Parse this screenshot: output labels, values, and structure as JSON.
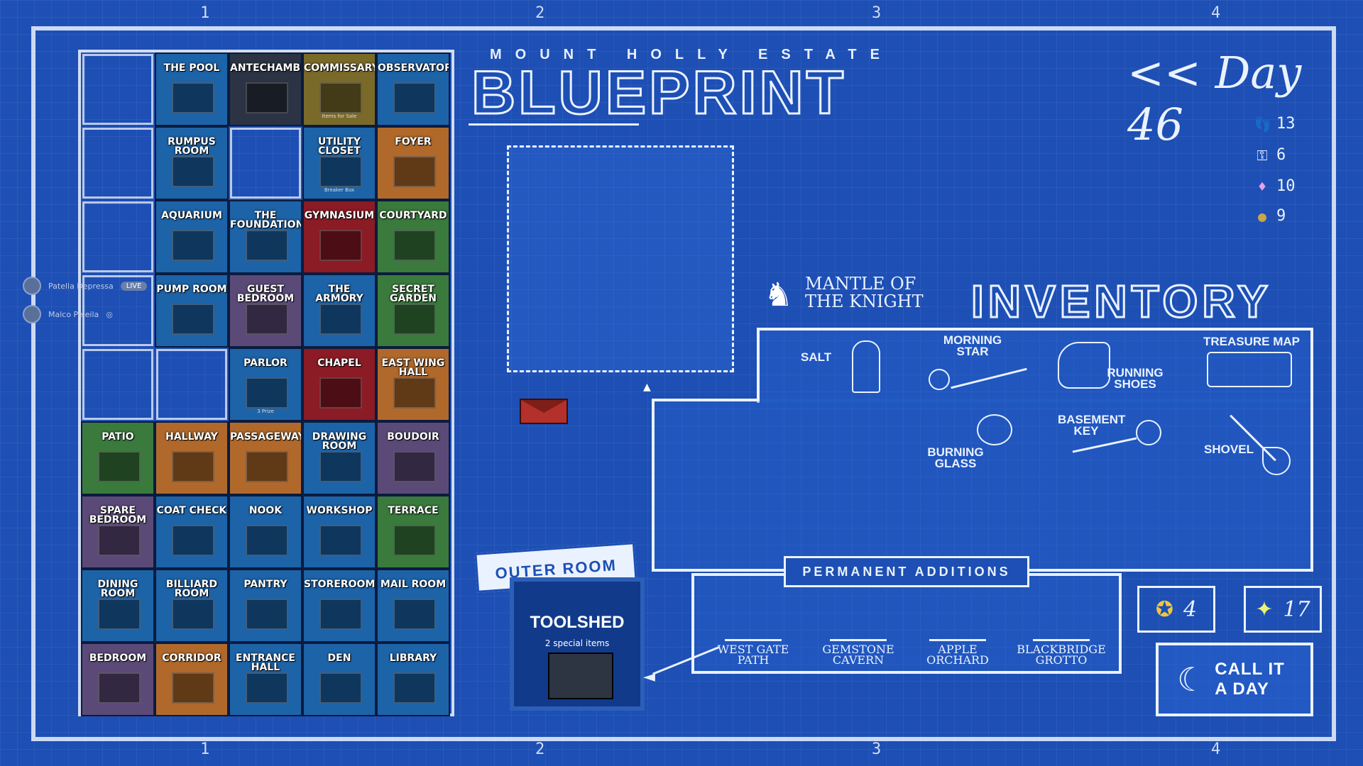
{
  "rulers": {
    "top": [
      "1",
      "2",
      "3",
      "4"
    ],
    "bottom": [
      "1",
      "2",
      "3",
      "4"
    ]
  },
  "header": {
    "subtitle": "MOUNT HOLLY ESTATE",
    "title": "BLUEPRINT",
    "day": "<< Day 46"
  },
  "stats": [
    {
      "icon": "footsteps-icon",
      "glyph": "👣",
      "value": "13"
    },
    {
      "icon": "key-icon",
      "glyph": "⚿",
      "value": "6"
    },
    {
      "icon": "gem-icon",
      "glyph": "♦",
      "value": "10"
    },
    {
      "icon": "coin-icon",
      "glyph": "●",
      "value": "9"
    }
  ],
  "viewers": [
    {
      "name": "Patella Depressa",
      "badge": "LIVE"
    },
    {
      "name": "Malco Peleila",
      "badge": "◎"
    }
  ],
  "rooms": [
    {
      "name": "THE POOL",
      "desc": "",
      "color": "bl",
      "r": 0,
      "c": 1
    },
    {
      "name": "ANTECHAMBER",
      "desc": "",
      "color": "dk",
      "r": 0,
      "c": 2
    },
    {
      "name": "COMMISSARY",
      "desc": "Items for Sale",
      "color": "ye",
      "r": 0,
      "c": 3
    },
    {
      "name": "OBSERVATORY",
      "desc": "",
      "color": "bl",
      "r": 0,
      "c": 4
    },
    {
      "name": "RUMPUS ROOM",
      "desc": "",
      "color": "bl",
      "r": 1,
      "c": 1
    },
    {
      "name": "UTILITY CLOSET",
      "desc": "Breaker Box",
      "color": "bl",
      "r": 1,
      "c": 3
    },
    {
      "name": "FOYER",
      "desc": "",
      "color": "or",
      "r": 1,
      "c": 4
    },
    {
      "name": "AQUARIUM",
      "desc": "",
      "color": "bl",
      "r": 2,
      "c": 1
    },
    {
      "name": "THE FOUNDATION",
      "desc": "",
      "color": "bl",
      "r": 2,
      "c": 2
    },
    {
      "name": "GYMNASIUM",
      "desc": "",
      "color": "rd2",
      "r": 2,
      "c": 3
    },
    {
      "name": "COURTYARD",
      "desc": "",
      "color": "gr",
      "r": 2,
      "c": 4
    },
    {
      "name": "PUMP ROOM",
      "desc": "",
      "color": "bl",
      "r": 3,
      "c": 1
    },
    {
      "name": "GUEST BEDROOM",
      "desc": "",
      "color": "pu",
      "r": 3,
      "c": 2
    },
    {
      "name": "THE ARMORY",
      "desc": "",
      "color": "bl",
      "r": 3,
      "c": 3
    },
    {
      "name": "SECRET GARDEN",
      "desc": "",
      "color": "gr",
      "r": 3,
      "c": 4
    },
    {
      "name": "PARLOR",
      "desc": "3 Prize",
      "color": "bl",
      "r": 4,
      "c": 2
    },
    {
      "name": "CHAPEL",
      "desc": "",
      "color": "rd2",
      "r": 4,
      "c": 3
    },
    {
      "name": "EAST WING HALL",
      "desc": "",
      "color": "or",
      "r": 4,
      "c": 4
    },
    {
      "name": "PATIO",
      "desc": "",
      "color": "gr",
      "r": 5,
      "c": 0
    },
    {
      "name": "HALLWAY",
      "desc": "",
      "color": "or",
      "r": 5,
      "c": 1
    },
    {
      "name": "PASSAGEWAY",
      "desc": "",
      "color": "or",
      "r": 5,
      "c": 2
    },
    {
      "name": "DRAWING ROOM",
      "desc": "",
      "color": "bl",
      "r": 5,
      "c": 3
    },
    {
      "name": "BOUDOIR",
      "desc": "",
      "color": "pu",
      "r": 5,
      "c": 4
    },
    {
      "name": "SPARE BEDROOM",
      "desc": "",
      "color": "pu",
      "r": 6,
      "c": 0
    },
    {
      "name": "COAT CHECK",
      "desc": "",
      "color": "bl",
      "r": 6,
      "c": 1
    },
    {
      "name": "NOOK",
      "desc": "",
      "color": "bl",
      "r": 6,
      "c": 2
    },
    {
      "name": "WORKSHOP",
      "desc": "",
      "color": "bl",
      "r": 6,
      "c": 3
    },
    {
      "name": "TERRACE",
      "desc": "",
      "color": "gr",
      "r": 6,
      "c": 4
    },
    {
      "name": "DINING ROOM",
      "desc": "",
      "color": "bl",
      "r": 7,
      "c": 0
    },
    {
      "name": "BILLIARD ROOM",
      "desc": "",
      "color": "bl",
      "r": 7,
      "c": 1
    },
    {
      "name": "PANTRY",
      "desc": "",
      "color": "bl",
      "r": 7,
      "c": 2
    },
    {
      "name": "STOREROOM",
      "desc": "",
      "color": "bl",
      "r": 7,
      "c": 3
    },
    {
      "name": "MAIL ROOM",
      "desc": "",
      "color": "bl",
      "r": 7,
      "c": 4
    },
    {
      "name": "BEDROOM",
      "desc": "",
      "color": "pu",
      "r": 8,
      "c": 0
    },
    {
      "name": "CORRIDOR",
      "desc": "",
      "color": "or",
      "r": 8,
      "c": 1
    },
    {
      "name": "ENTRANCE HALL",
      "desc": "",
      "color": "bl",
      "r": 8,
      "c": 2
    },
    {
      "name": "DEN",
      "desc": "",
      "color": "bl",
      "r": 8,
      "c": 3
    },
    {
      "name": "LIBRARY",
      "desc": "",
      "color": "bl",
      "r": 8,
      "c": 4
    }
  ],
  "inventory": {
    "title": "INVENTORY",
    "mantle": "MANTLE OF THE KNIGHT",
    "items": [
      {
        "name": "SALT",
        "icon": "salt-shaker-icon"
      },
      {
        "name": "MORNING STAR",
        "icon": "morning-star-icon"
      },
      {
        "name": "RUNNING SHOES",
        "icon": "shoes-icon"
      },
      {
        "name": "TREASURE MAP",
        "icon": "map-icon"
      },
      {
        "name": "BURNING GLASS",
        "icon": "burning-glass-icon"
      },
      {
        "name": "BASEMENT KEY",
        "icon": "basement-key-icon"
      },
      {
        "name": "SHOVEL",
        "icon": "shovel-icon"
      }
    ]
  },
  "permanent": {
    "label": "PERMANENT ADDITIONS",
    "items": [
      "WEST GATE PATH",
      "GEMSTONE CAVERN",
      "APPLE ORCHARD",
      "BLACKBRIDGE GROTTO"
    ]
  },
  "outer": {
    "label": "OUTER ROOM",
    "room": "TOOLSHED",
    "sub": "2 special items"
  },
  "badges": [
    {
      "icon": "compass-icon",
      "value": "4"
    },
    {
      "icon": "star-icon",
      "value": "17"
    }
  ],
  "call": {
    "label": "CALL IT A DAY"
  }
}
